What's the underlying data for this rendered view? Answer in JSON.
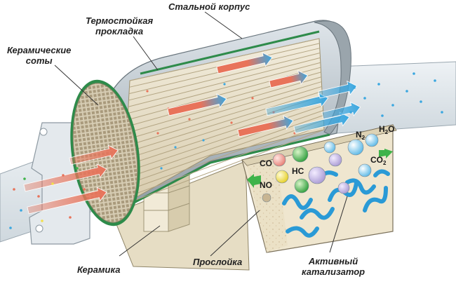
{
  "labels": {
    "steel_housing": "Стальной корпус",
    "heat_gasket_1": "Термостойкая",
    "heat_gasket_2": "прокладка",
    "ceramic_honeycomb_1": "Керамические",
    "ceramic_honeycomb_2": "соты",
    "ceramics": "Керамика",
    "interlayer": "Прослойка",
    "active_catalyst_1": "Активный",
    "active_catalyst_2": "катализатор"
  },
  "chemistry": {
    "co": "CO",
    "no": "NO",
    "hc": "HC",
    "n2_main": "N",
    "n2_sub": "2",
    "h2o_h": "H",
    "h2o_sub": "2",
    "h2o_o": "O",
    "co2_main": "CO",
    "co2_sub": "2"
  },
  "colors": {
    "pipe": "#dde4ea",
    "housing": "#b7c1c8",
    "honeycomb": "#d9cfb7",
    "ceramic": "#ece4cf",
    "gasket": "#2e8b4a",
    "hot_gas": "#e8735a",
    "clean_gas": "#3aa7e0",
    "no_ball": "#f2e04a",
    "hc_ball": "#3fb34a",
    "co_ball": "#f08a80",
    "n2_ball": "#6fc3ea",
    "catalyst_fiber": "#2a9ad6",
    "arrow_green": "#3fb34a"
  },
  "icons": [
    "hot-gas-arrow",
    "clean-gas-arrow",
    "green-arrow"
  ]
}
